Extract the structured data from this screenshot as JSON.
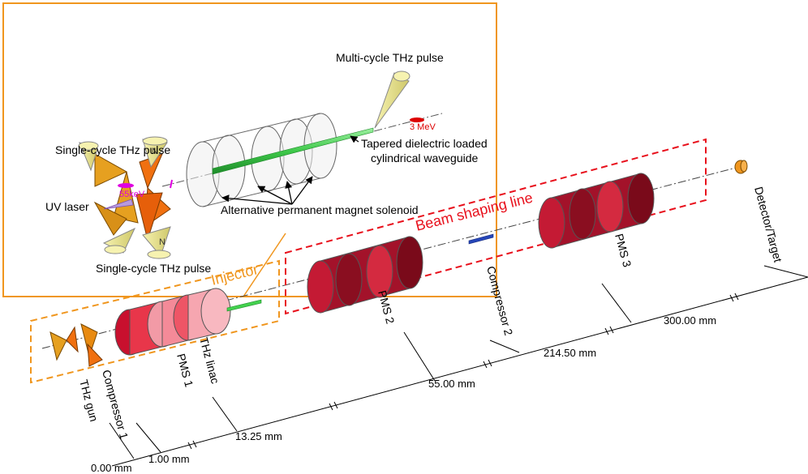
{
  "inset": {
    "single_cycle_pulse_top": "Single-cycle THz pulse",
    "single_cycle_pulse_bottom": "Single-cycle THz pulse",
    "uv_laser": "UV laser",
    "energy_low": "55keV",
    "energy_high": "3 MeV",
    "multi_cycle_pulse": "Multi-cycle THz pulse",
    "waveguide_line1": "Tapered dielectric loaded",
    "waveguide_line2": "cylindrical waveguide",
    "solenoid": "Alternative permanent magnet solenoid",
    "polarity_n": "N"
  },
  "sections": {
    "injector": "Injector",
    "beam_shaping": "Beam shaping line"
  },
  "components": {
    "thz_gun": "THz gun",
    "compressor1": "Compressor 1",
    "pms1": "PMS 1",
    "thz_linac": "THz linac",
    "pms2": "PMS 2",
    "compressor2": "Compressor 2",
    "pms3": "PMS 3",
    "detector": "Detector/Target"
  },
  "distances": {
    "d0": "0.00 mm",
    "d1": "1.00 mm",
    "d2": "13.25 mm",
    "d3": "55.00 mm",
    "d4": "214.50 mm",
    "d5": "300.00 mm"
  },
  "colors": {
    "injector_box": "#f0961e",
    "beam_line_box": "#e8101c",
    "energy_low": "#e000e0",
    "energy_high": "#dd0000",
    "waveguide": "#43d14e",
    "compressor2_tube": "#2646b8"
  }
}
